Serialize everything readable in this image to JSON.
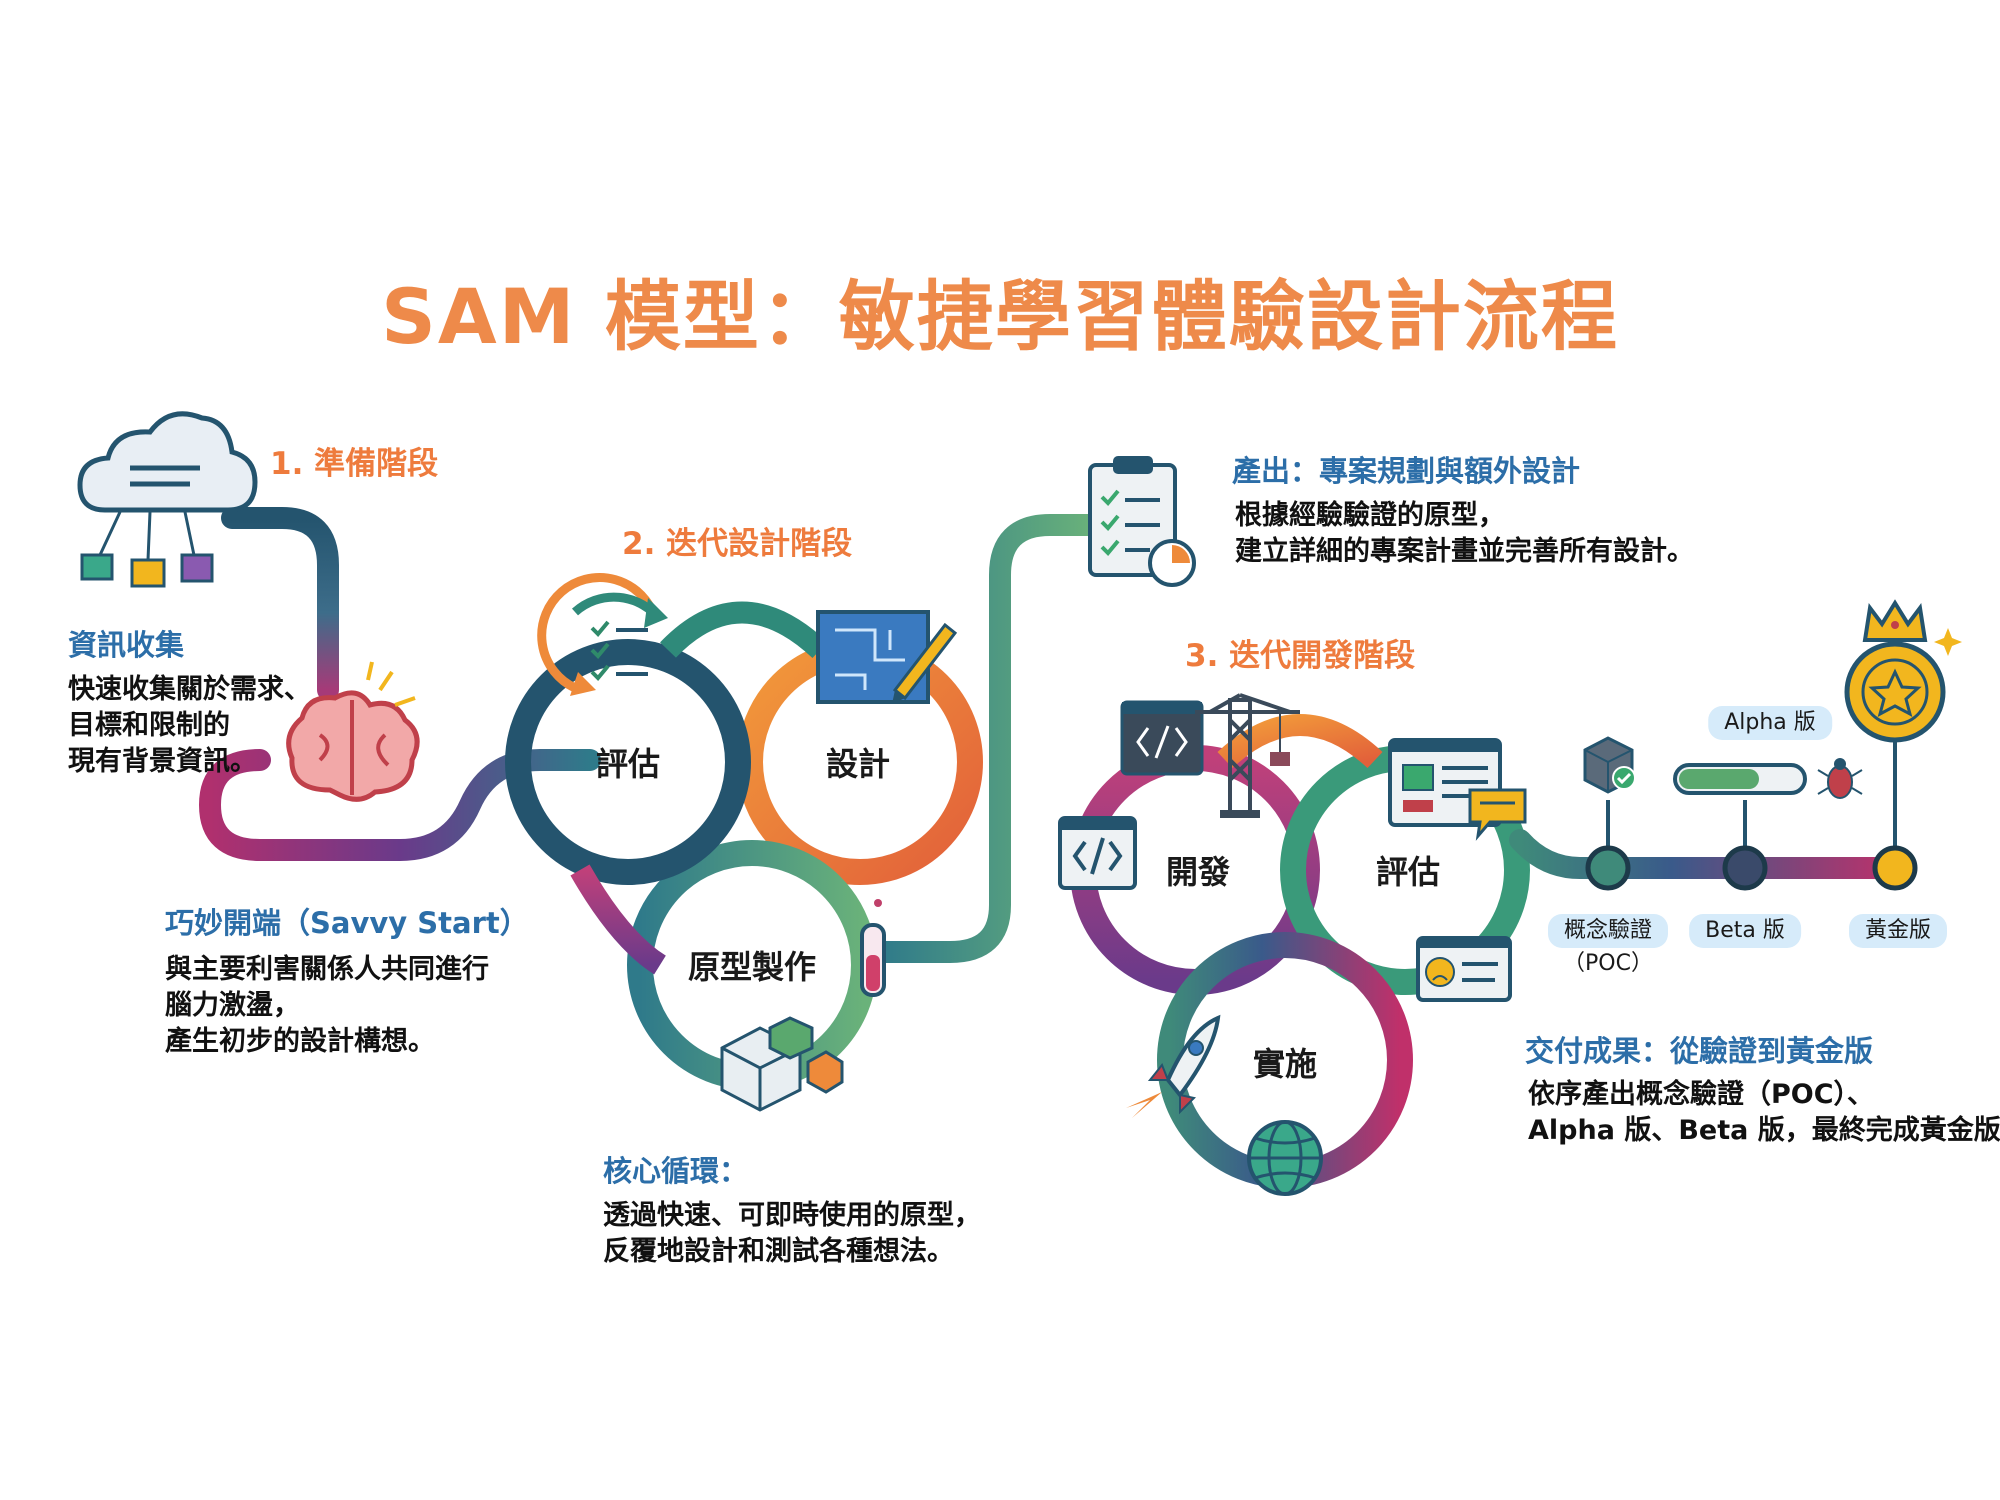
{
  "title": "SAM 模型：敏捷學習體驗設計流程",
  "phase1": {
    "heading": "1. 準備階段",
    "info": {
      "heading": "資訊收集",
      "lines": [
        "快速收集關於需求、",
        "目標和限制的",
        "現有背景資訊。"
      ]
    },
    "savvy": {
      "heading": "巧妙開端（Savvy Start）",
      "lines": [
        "與主要利害關係人共同進行",
        "腦力激盪，",
        "產生初步的設計構想。"
      ]
    }
  },
  "phase2": {
    "heading": "2. 迭代設計階段",
    "loops": {
      "evaluate": "評估",
      "design": "設計",
      "prototype": "原型製作"
    },
    "core": {
      "heading": "核心循環：",
      "lines": [
        "透過快速、可即時使用的原型，",
        "反覆地設計和測試各種想法。"
      ]
    }
  },
  "output": {
    "heading": "產出：專案規劃與額外設計",
    "lines": [
      "根據經驗驗證的原型，",
      "建立詳細的專案計畫並完善所有設計。"
    ]
  },
  "phase3": {
    "heading": "3. 迭代開發階段",
    "loops": {
      "develop": "開發",
      "evaluate": "評估",
      "implement": "實施"
    }
  },
  "deliverables": {
    "heading": "交付成果：從驗證到黃金版",
    "lines": [
      "依序產出概念驗證（POC）、",
      "Alpha 版、Beta 版，最終完成黃金版。"
    ],
    "milestones": {
      "poc": "概念驗證",
      "poc_sub": "（POC）",
      "alpha": "Alpha 版",
      "beta": "Beta 版",
      "gold": "黃金版"
    }
  },
  "colors": {
    "title": "#ee8a4a",
    "phase": "#ee7b3d",
    "heading_blue": "#2c6ea8",
    "navy": "#24546e",
    "teal": "#2f8a8a",
    "green": "#5aa86e",
    "orange": "#ee8a3a",
    "purple": "#8a3a86",
    "magenta": "#b0306e",
    "gold": "#f2b61e"
  }
}
